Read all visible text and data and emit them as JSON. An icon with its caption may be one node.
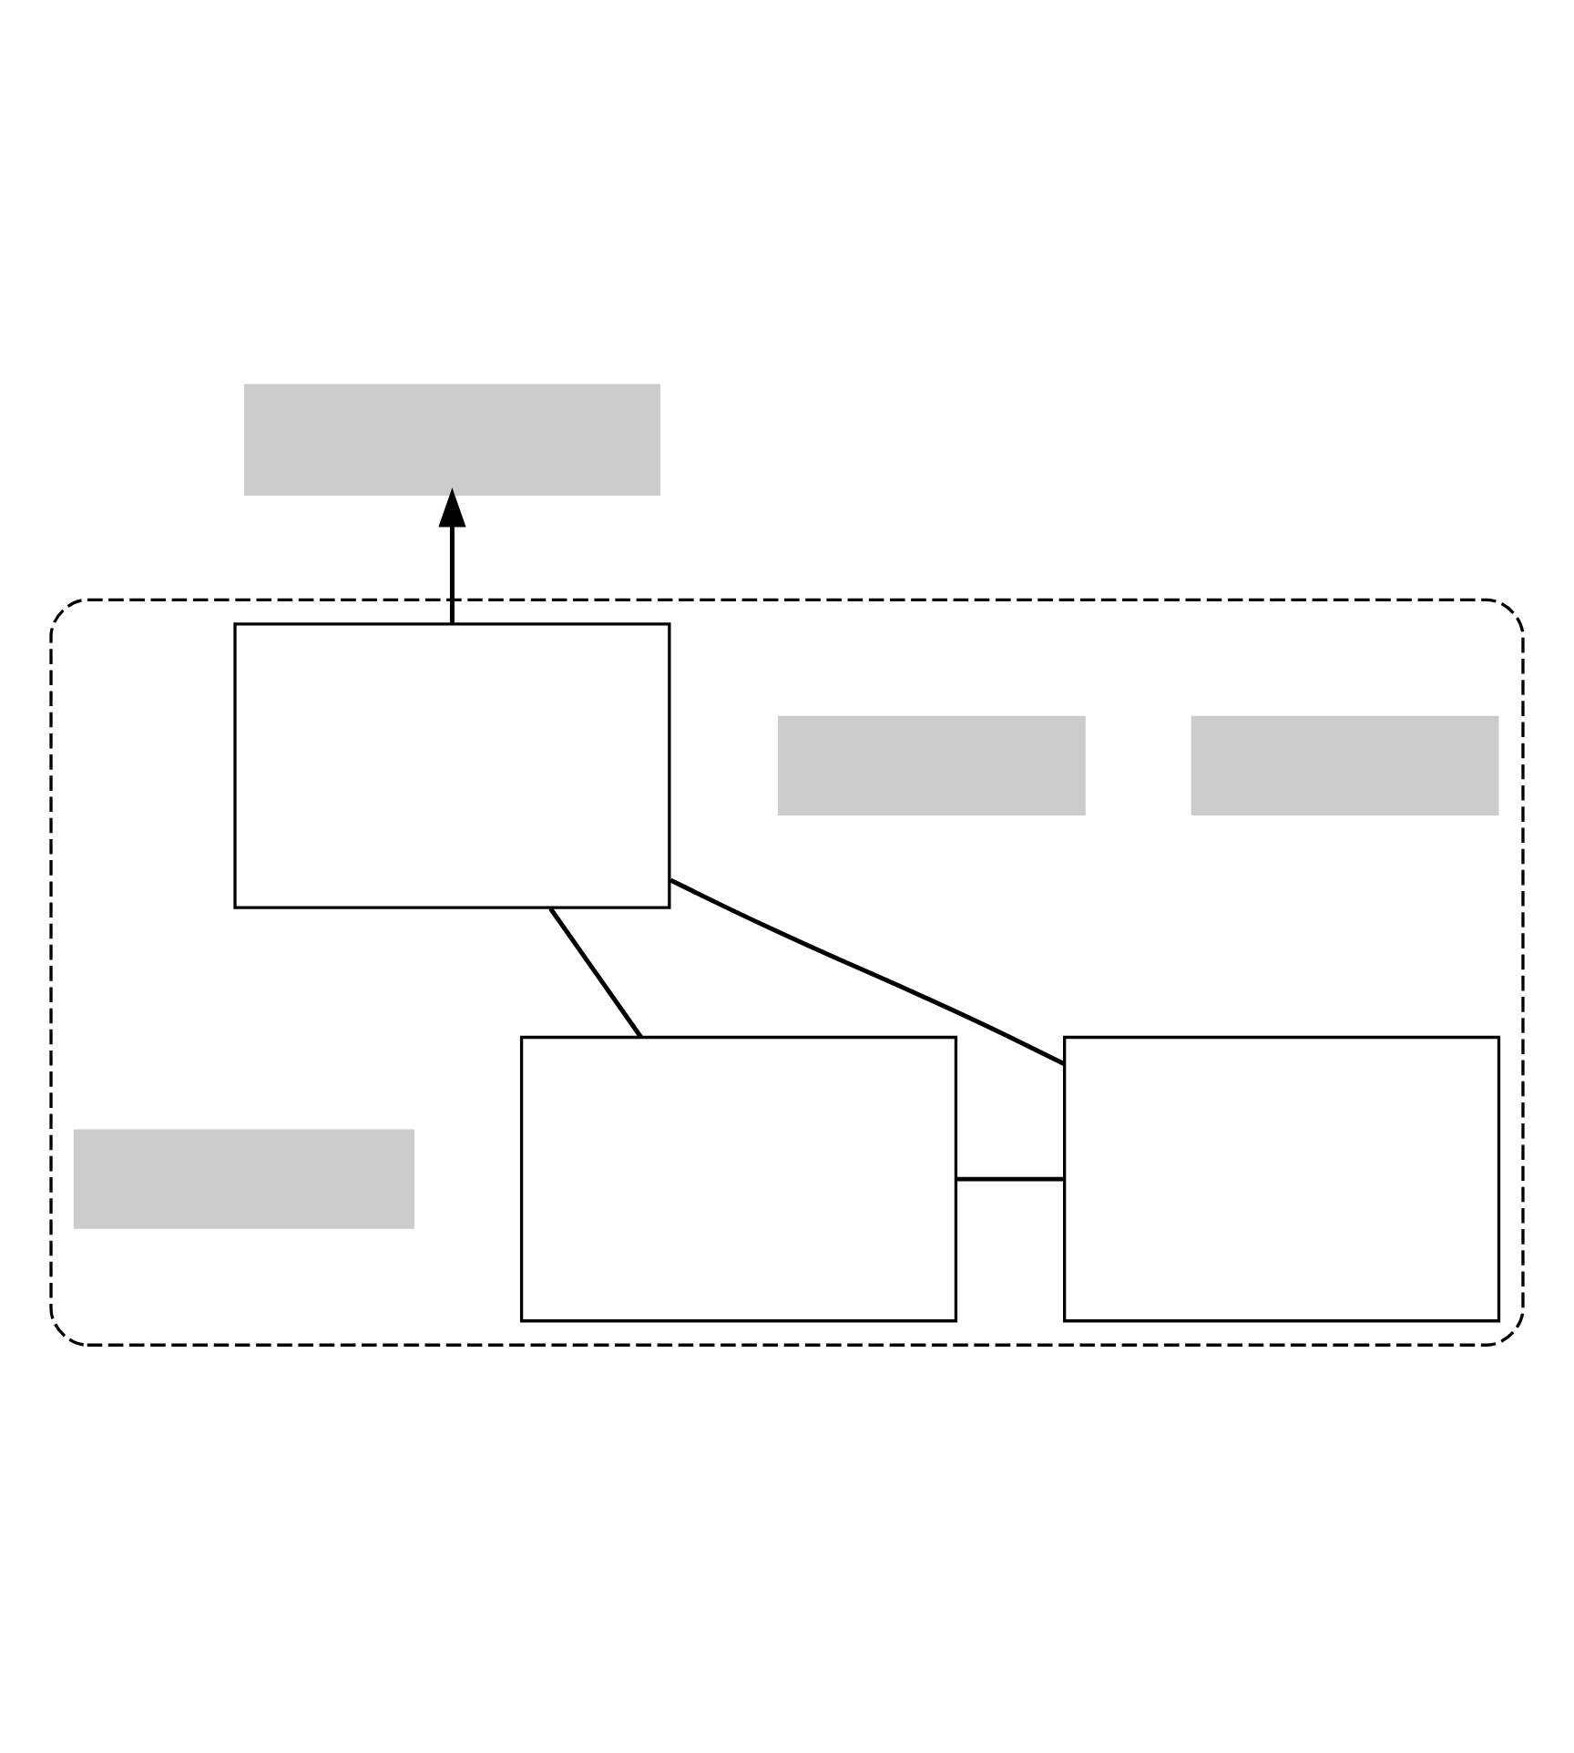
{
  "diagram": {
    "nodes": [
      {
        "text": [],
        "shape": "box"
      },
      {
        "text": [],
        "shape": "box"
      },
      {
        "text": [],
        "shape": "box",
        "in": 1
      },
      {
        "text": [],
        "shape": "box",
        "in": 1
      },
      {
        "text": [],
        "shape": "box",
        "in": 1
      },
      {
        "text": [],
        "shape": "box",
        "in": 1
      },
      {
        "text": [],
        "shape": "box",
        "in": 1
      },
      {
        "text": [],
        "shape": "box",
        "in": 1
      }
    ],
    "edges": [
      {
        "from": 2,
        "to": 0,
        "arrow": "to"
      },
      {
        "from": 5,
        "to": 2,
        "arrow": "none"
      },
      {
        "from": 6,
        "to": 2,
        "arrow": "none"
      },
      {
        "from": 5,
        "to": 6,
        "arrow": "none"
      }
    ]
  }
}
